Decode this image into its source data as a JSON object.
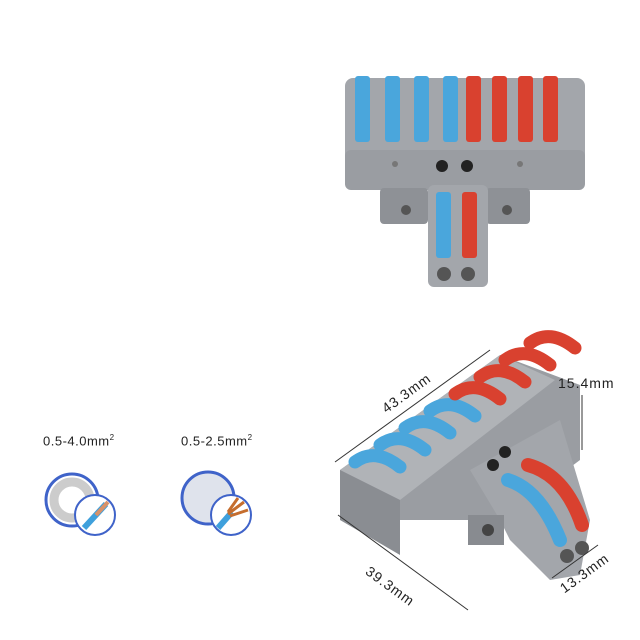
{
  "wire_specs": [
    {
      "range": "0.5-4.0mm",
      "exponent": "2",
      "type_icon": "solid-wire-icon"
    },
    {
      "range": "0.5-2.5mm",
      "exponent": "2",
      "type_icon": "stranded-wire-icon"
    }
  ],
  "dimensions": {
    "length": "43.3mm",
    "height": "15.4mm",
    "width": "39.3mm",
    "outlet_width": "13.3mm"
  },
  "colors": {
    "blue": "#4aa6dc",
    "red": "#d9412f",
    "body": "#9a9da2"
  }
}
